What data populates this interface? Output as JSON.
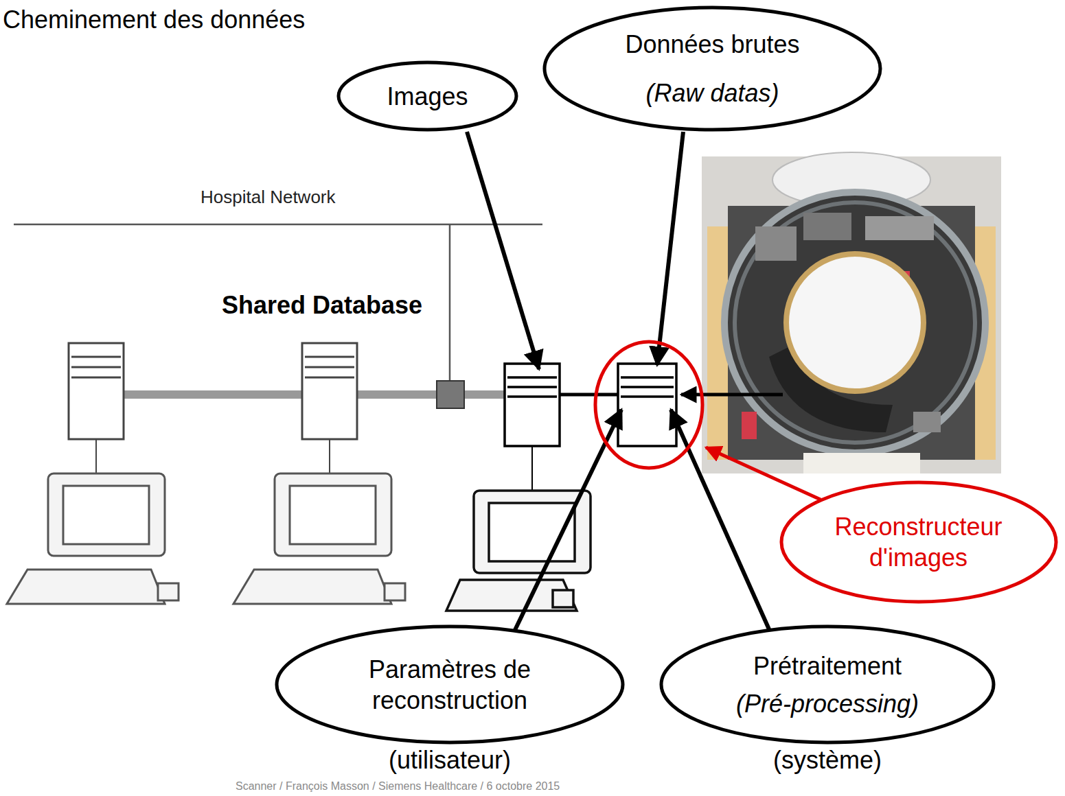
{
  "diagram": {
    "title": "Cheminement des données",
    "nodes": [
      {
        "text": [
          "Images"
        ]
      },
      {
        "text": [
          "Données brutes",
          "(Raw datas)"
        ]
      },
      {
        "text": [
          "Reconstructeur d'images"
        ]
      },
      {
        "text": [
          "Paramètres de reconstruction",
          "(utilisateur)"
        ]
      },
      {
        "text": [
          "Prétraitement",
          "(Pré-processing)",
          "(système)"
        ]
      }
    ],
    "labels": [
      "Hospital Network",
      "Shared Database",
      "Scanner / François Masson / Siemens Healthcare / 6 octobre 2015"
    ]
  }
}
